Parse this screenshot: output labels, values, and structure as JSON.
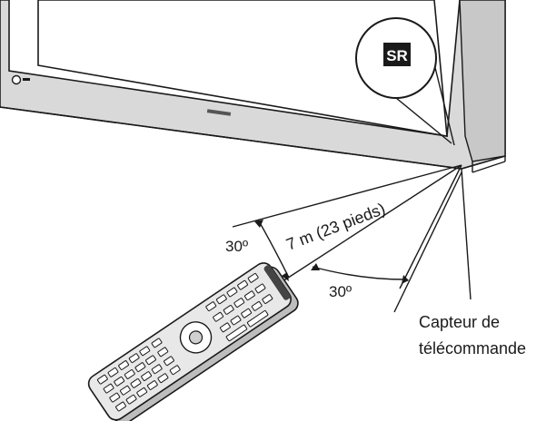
{
  "labels": {
    "angle_left": "30º",
    "angle_right": "30º",
    "distance": "7 m (23 pieds)",
    "sensor_line1": "Capteur de",
    "sensor_line2": "télécommande",
    "sensor_badge": "SR"
  },
  "colors": {
    "line": "#1a1a1a",
    "tv_body": "#d9d9d9",
    "tv_shadow": "#b5b5b5",
    "remote_body": "#e8e8e8"
  }
}
